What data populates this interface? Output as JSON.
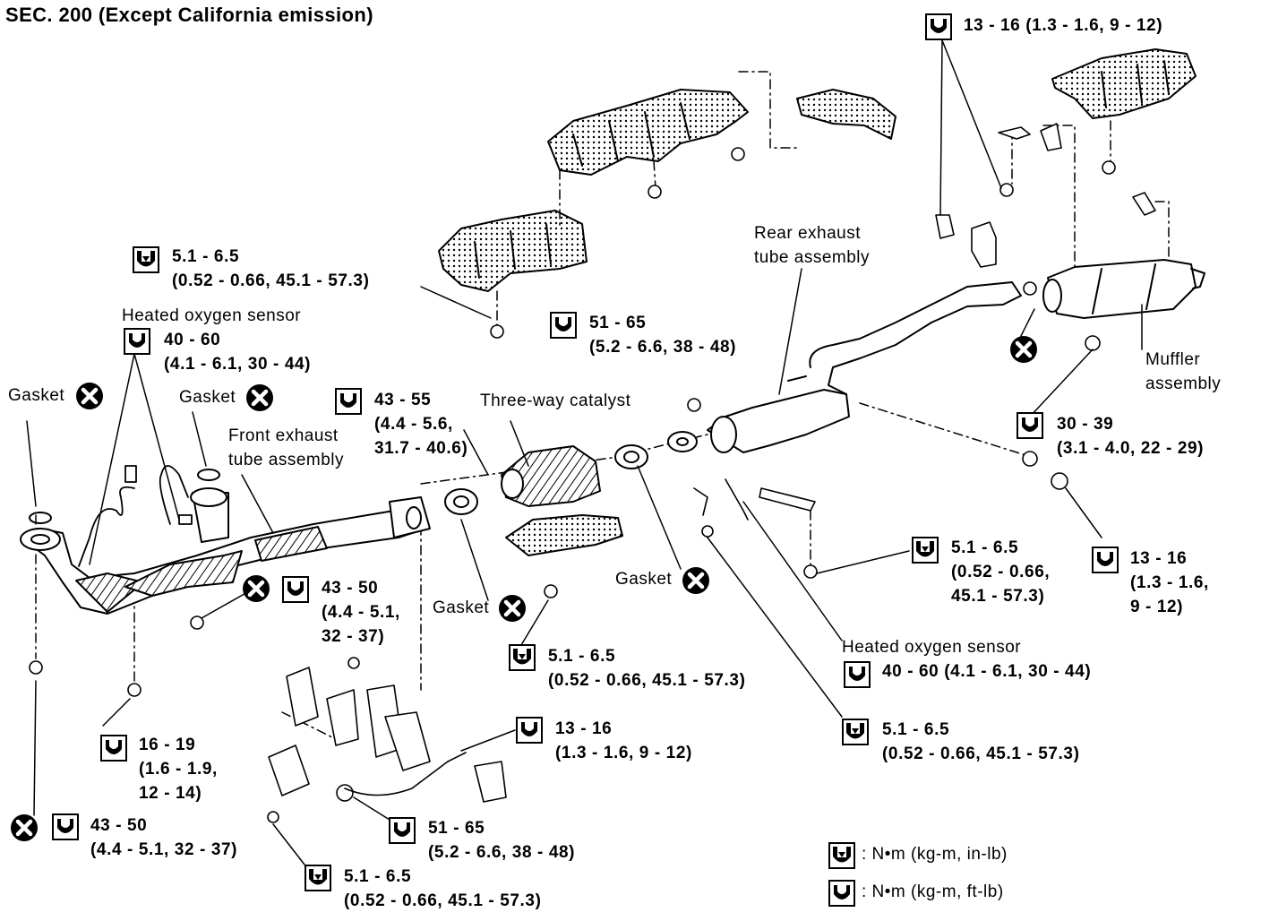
{
  "title": "SEC. 200 (Except California emission)",
  "legend": [
    {
      "icon": "nm-in-lb-wrench-icon",
      "text": ":  N•m (kg-m, in-lb)"
    },
    {
      "icon": "nm-ft-lb-wrench-icon",
      "text": ":  N•m (kg-m, ft-lb)"
    }
  ],
  "parts": {
    "heated_oxygen_sensor": "Heated oxygen sensor",
    "gasket": "Gasket",
    "front_exhaust_tube": [
      "Front exhaust",
      "tube assembly"
    ],
    "three_way_catalyst": "Three-way catalyst",
    "rear_exhaust_tube": [
      "Rear exhaust",
      "tube assembly"
    ],
    "muffler": [
      "Muffler",
      "assembly"
    ]
  },
  "torques": {
    "t_top_right": [
      "13 - 16 (1.3 - 1.6, 9 - 12)"
    ],
    "t_upper_left": [
      "5.1 - 6.5",
      "(0.52 - 0.66, 45.1 - 57.3)"
    ],
    "t_center_51": [
      "51 - 65",
      "(5.2 - 6.6, 38 - 48)"
    ],
    "t_sensor_left": [
      "40 - 60",
      "(4.1 - 6.1, 30 - 44)"
    ],
    "t_43_55": [
      "43 - 55",
      "(4.4 - 5.6,",
      "31.7 - 40.6)"
    ],
    "t_30_39": [
      "30 - 39",
      "(3.1 - 4.0, 22 - 29)"
    ],
    "t_13_16_right": [
      "13 - 16",
      "(1.3 - 1.6,",
      "9 - 12)"
    ],
    "t_51_65_right": [
      "5.1 - 6.5",
      "(0.52 - 0.66,",
      "45.1 - 57.3)"
    ],
    "t_43_50_mid": [
      "43 - 50",
      "(4.4 - 5.1,",
      "32 - 37)"
    ],
    "t_catalyst_bottom": [
      "5.1 - 6.5",
      "(0.52 - 0.66, 45.1 - 57.3)"
    ],
    "t_sensor_right": [
      "40 - 60 (4.1 - 6.1, 30 - 44)"
    ],
    "t_16_19": [
      "16 - 19",
      "(1.6 - 1.9,",
      "12 - 14)"
    ],
    "t_13_16_mid": [
      "13 - 16",
      "(1.3 - 1.6, 9 - 12)"
    ],
    "t_51_bottom_right": [
      "5.1 - 6.5",
      "(0.52 - 0.66, 45.1 - 57.3)"
    ],
    "t_43_50_bottom": [
      "43 - 50",
      "(4.4 - 5.1, 32 - 37)"
    ],
    "t_51_65_bottom": [
      "51 - 65",
      "(5.2 - 6.6, 38 - 48)"
    ],
    "t_51_bottom": [
      "5.1 - 6.5",
      "(0.52 - 0.66, 45.1 - 57.3)"
    ]
  }
}
